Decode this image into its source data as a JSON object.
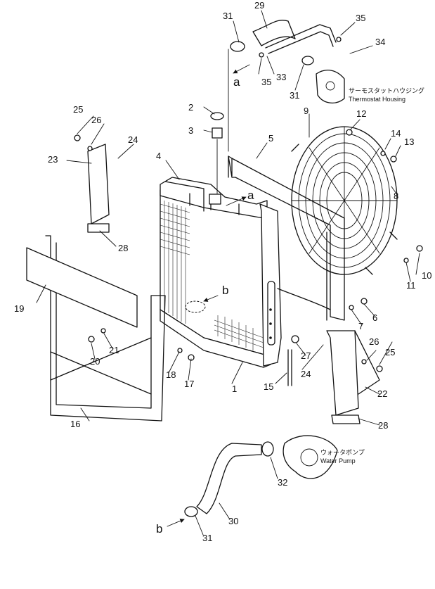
{
  "callouts": {
    "c1": "1",
    "c2": "2",
    "c3": "3",
    "c4": "4",
    "c5": "5",
    "c6": "6",
    "c7": "7",
    "c8": "8",
    "c9": "9",
    "c10": "10",
    "c11": "11",
    "c12": "12",
    "c13": "13",
    "c14": "14",
    "c15": "15",
    "c16": "16",
    "c17": "17",
    "c18": "18",
    "c19": "19",
    "c20": "20",
    "c21": "21",
    "c22": "22",
    "c23": "23",
    "c24a": "24",
    "c24b": "24",
    "c25a": "25",
    "c25b": "25",
    "c26a": "26",
    "c26b": "26",
    "c27": "27",
    "c28a": "28",
    "c28b": "28",
    "c29": "29",
    "c30": "30",
    "c31a": "31",
    "c31b": "31",
    "c31c": "31",
    "c32": "32",
    "c33": "33",
    "c34": "34",
    "c35a": "35",
    "c35b": "35"
  },
  "refs": {
    "a_top": "a",
    "a_tank": "a",
    "b_core": "b",
    "b_hose": "b"
  },
  "labels": {
    "thermostat_jp": "サーモスタットハウジング",
    "thermostat_en": "Thermostat Housing",
    "pump_jp": "ウォータポンプ",
    "pump_en": "Water Pump"
  }
}
